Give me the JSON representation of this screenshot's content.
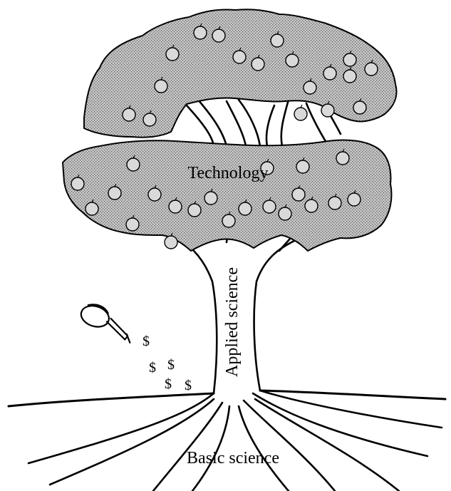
{
  "diagram": {
    "canopy_label": "Technology",
    "trunk_label": "Applied science",
    "roots_label": "Basic science",
    "money_symbols": [
      "$",
      "$",
      "$",
      "$",
      "$"
    ]
  },
  "colors": {
    "ink": "#000000",
    "canopy_fill": "#b8b8b8",
    "fruit_fill": "#d9d9d9",
    "background": "#ffffff"
  },
  "icons": [
    "watering-can-icon",
    "dollar-sign-icon",
    "apple-icon"
  ]
}
